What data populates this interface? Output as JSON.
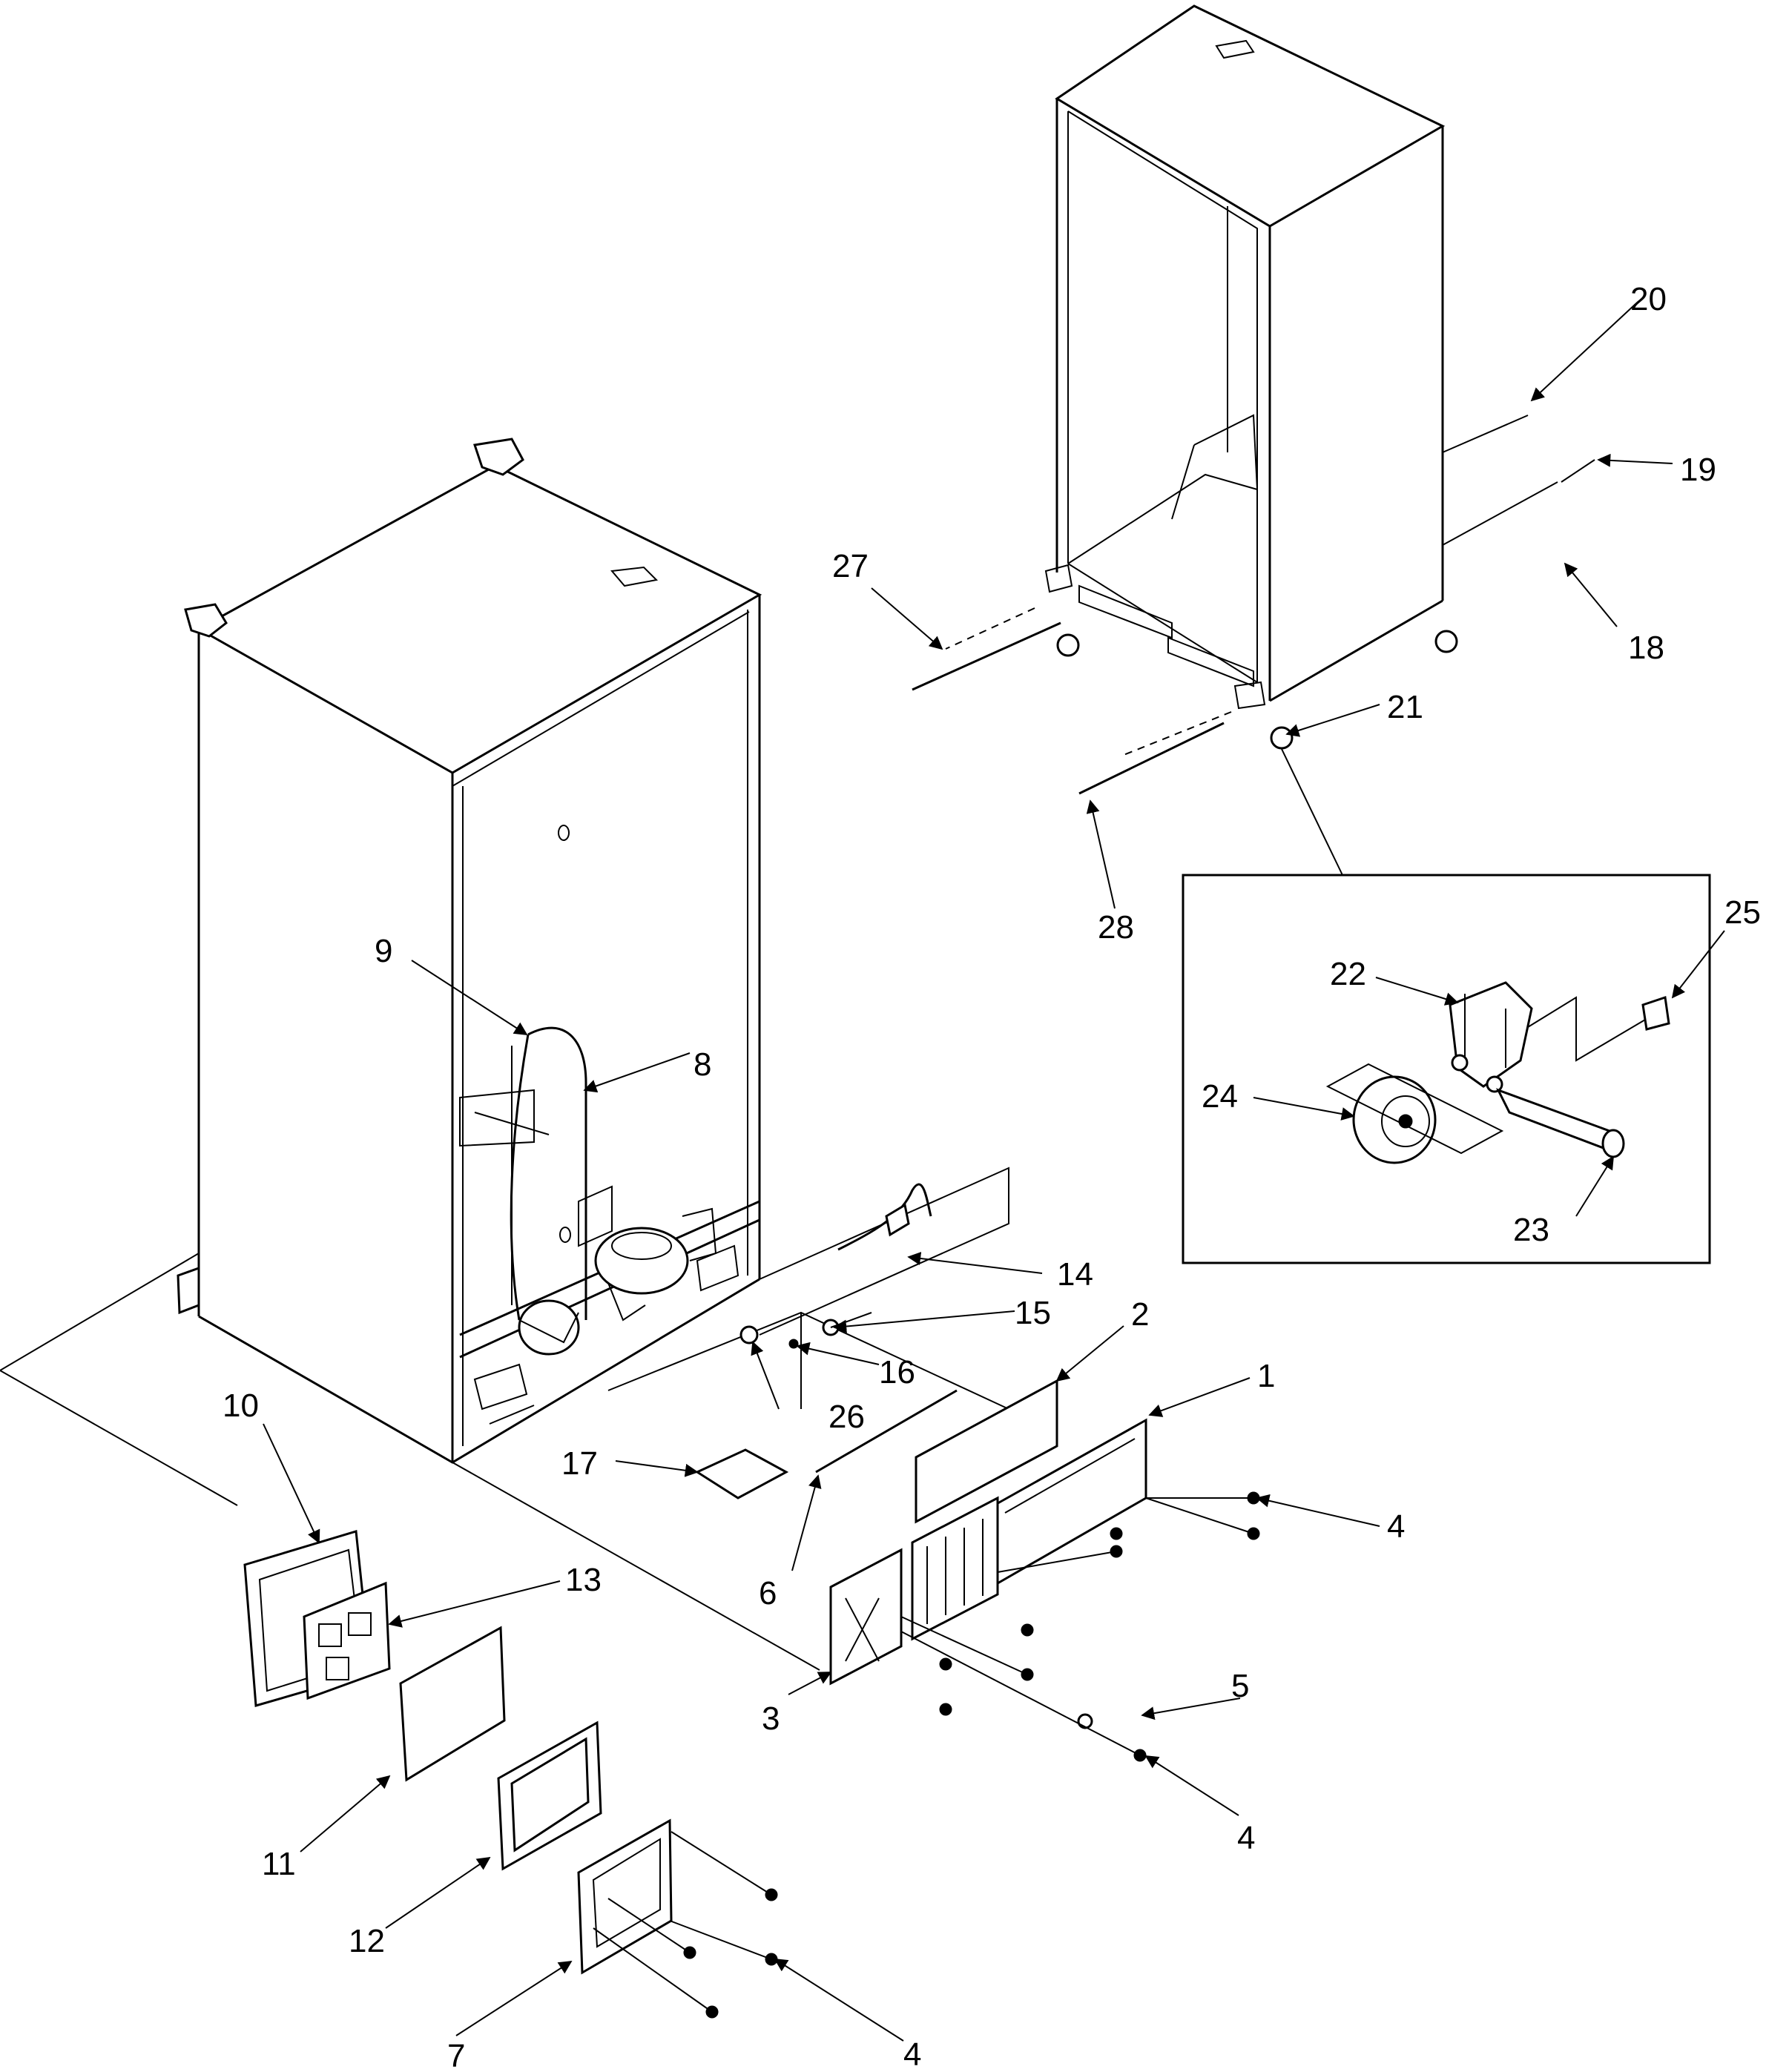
{
  "diagram": {
    "callouts": [
      "1",
      "2",
      "3",
      "4",
      "5",
      "6",
      "7",
      "8",
      "9",
      "10",
      "11",
      "12",
      "13",
      "14",
      "15",
      "16",
      "17",
      "18",
      "19",
      "20",
      "21",
      "22",
      "23",
      "24",
      "25",
      "26",
      "27",
      "28"
    ]
  }
}
